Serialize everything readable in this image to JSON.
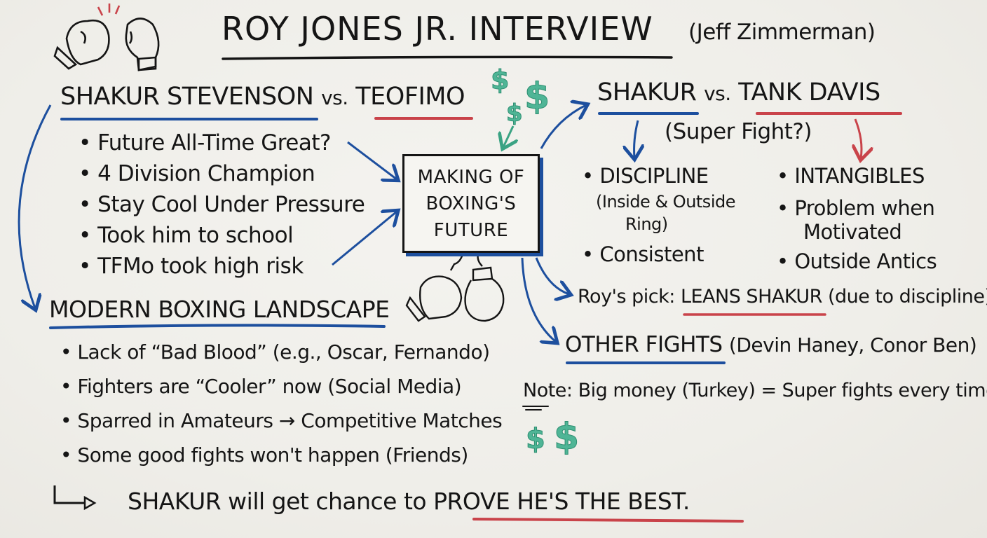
{
  "board": {
    "title": "ROY JONES JR. INTERVIEW",
    "subtitle": "(Jeff Zimmerman)",
    "colors": {
      "ink": "#151515",
      "blue": "#1d4f9e",
      "red": "#c9434a",
      "green": "#4fb596",
      "background": "#efeee9"
    }
  },
  "section_shakur_teofimo": {
    "heading_left": "SHAKUR STEVENSON",
    "vs": "vs.",
    "heading_right": "TEOFIMO",
    "bullets": [
      "Future All-Time Great?",
      "4 Division Champion",
      "Stay Cool Under Pressure",
      "Took him to school",
      "TFMo took high risk"
    ]
  },
  "center_box": {
    "lines": [
      "MAKING OF",
      "BOXING'S",
      "FUTURE"
    ]
  },
  "section_shakur_tank": {
    "heading_left": "SHAKUR",
    "vs": "vs.",
    "heading_right": "TANK DAVIS",
    "subheading": "(Super Fight?)",
    "left_column": {
      "item1": "DISCIPLINE",
      "item1_note_line1": "(Inside & Outside",
      "item1_note_line2": "Ring)",
      "item2": "Consistent"
    },
    "right_column": {
      "item1": "INTANGIBLES",
      "item2_line1": "Problem when",
      "item2_line2": "Motivated",
      "item3": "Outside Antics"
    },
    "pick": {
      "label": "Roy's pick:",
      "value": "LEANS SHAKUR",
      "reason": "(due to discipline)"
    }
  },
  "section_other_fights": {
    "heading": "OTHER FIGHTS",
    "detail": "(Devin Haney, Conor Ben)",
    "note_label": "Note",
    "note_text": ": Big money (Turkey) = Super fights every time"
  },
  "section_modern_landscape": {
    "heading": "MODERN BOXING LANDSCAPE",
    "bullets": [
      "Lack of “Bad Blood” (e.g., Oscar, Fernando)",
      "Fighters are “Cooler” now (Social Media)",
      "Sparred in Amateurs → Competitive Matches",
      "Some good fights won't happen (Friends)"
    ]
  },
  "conclusion": {
    "prefix": "SHAKUR will get chance to",
    "highlight": "PROVE HE'S THE BEST."
  },
  "decorations": {
    "dollar_symbol": "$",
    "icons": [
      "boxing-gloves-icon",
      "dollar-sign-icon",
      "arrow-icon"
    ]
  }
}
